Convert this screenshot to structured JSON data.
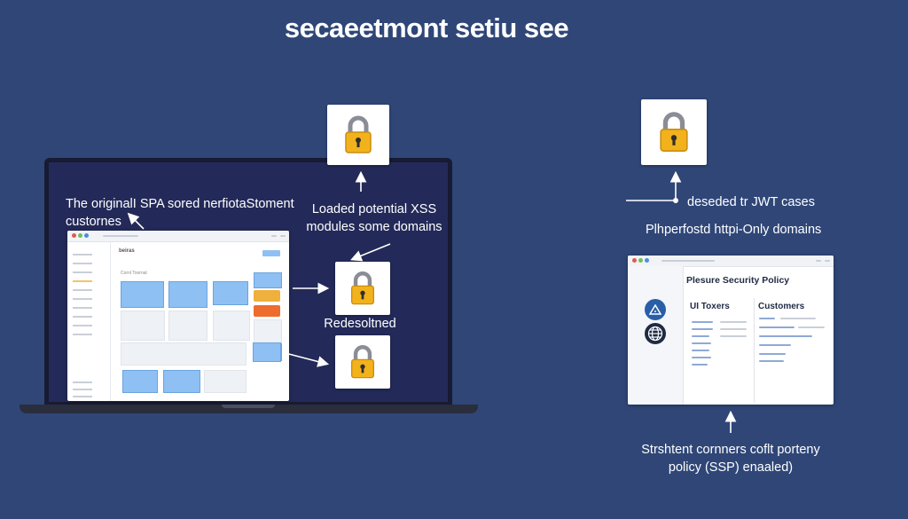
{
  "title": "secaeetmont setiu see",
  "labels": {
    "original_spa": "The originalI SPA sored nerfiotaStoment custornes",
    "loaded_xss": "Loaded potential XSS modules some domains",
    "redesoltned": "Redesoltned",
    "jwt_cases": "deseded tr JWT cases",
    "httponly": "Plhperfostd httpi-Only domains",
    "csp": "Strshtent cornners coflt porteny policy (SSP) enaaled)"
  },
  "right_window": {
    "heading": "Plesure Security Policy",
    "col1_title": "UI Toxers",
    "col2_title": "Customers"
  },
  "left_window": {
    "heading": "beiras",
    "section": "Cornl Toornal"
  },
  "icons": {
    "lock": "padlock-icon",
    "alert": "warning-triangle-icon",
    "globe": "globe-icon"
  },
  "colors": {
    "background": "#2f4677",
    "lock_body": "#f2b21c",
    "card_blue": "#8ec0f3"
  }
}
